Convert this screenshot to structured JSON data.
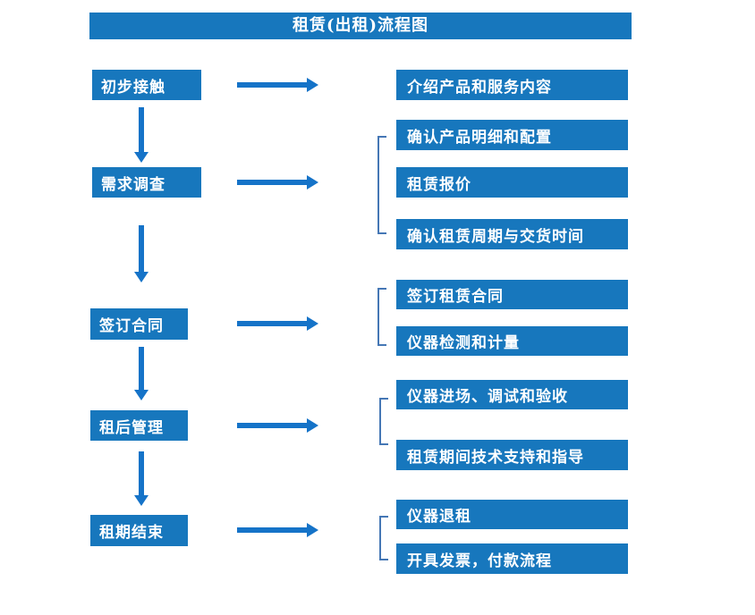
{
  "title": "租赁(出租)流程图",
  "colors": {
    "box_blue": "#1777BD",
    "arrow_blue": "#1573C8",
    "bracket_blue": "#4577B5",
    "text_white": "#FFFFFF",
    "background": "#FFFFFF"
  },
  "steps": [
    {
      "label": "初步接触",
      "details": [
        "介绍产品和服务内容"
      ]
    },
    {
      "label": "需求调查",
      "details": [
        "确认产品明细和配置",
        "租赁报价",
        "确认租赁周期与交货时间"
      ]
    },
    {
      "label": "签订合同",
      "details": [
        "签订租赁合同",
        "仪器检测和计量"
      ]
    },
    {
      "label": "租后管理",
      "details": [
        "仪器进场、调试和验收",
        "租赁期间技术支持和指导"
      ]
    },
    {
      "label": "租期结束",
      "details": [
        "仪器退租",
        "开具发票，付款流程"
      ]
    }
  ]
}
